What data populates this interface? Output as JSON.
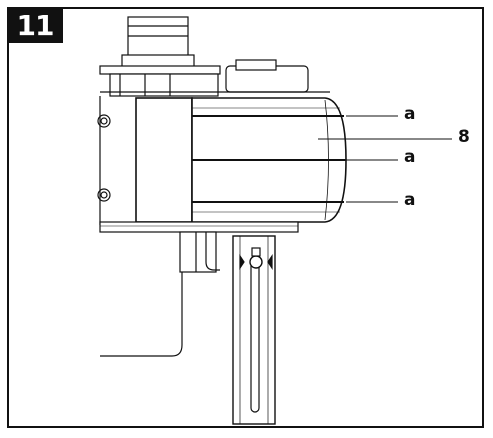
{
  "figure": {
    "step_number": "11",
    "callouts": {
      "a_top": "a",
      "part_8": "8",
      "a_middle": "a",
      "a_bottom": "a"
    }
  },
  "colors": {
    "ink": "#111111",
    "paper": "#ffffff",
    "panel": "#f2f2f2"
  }
}
